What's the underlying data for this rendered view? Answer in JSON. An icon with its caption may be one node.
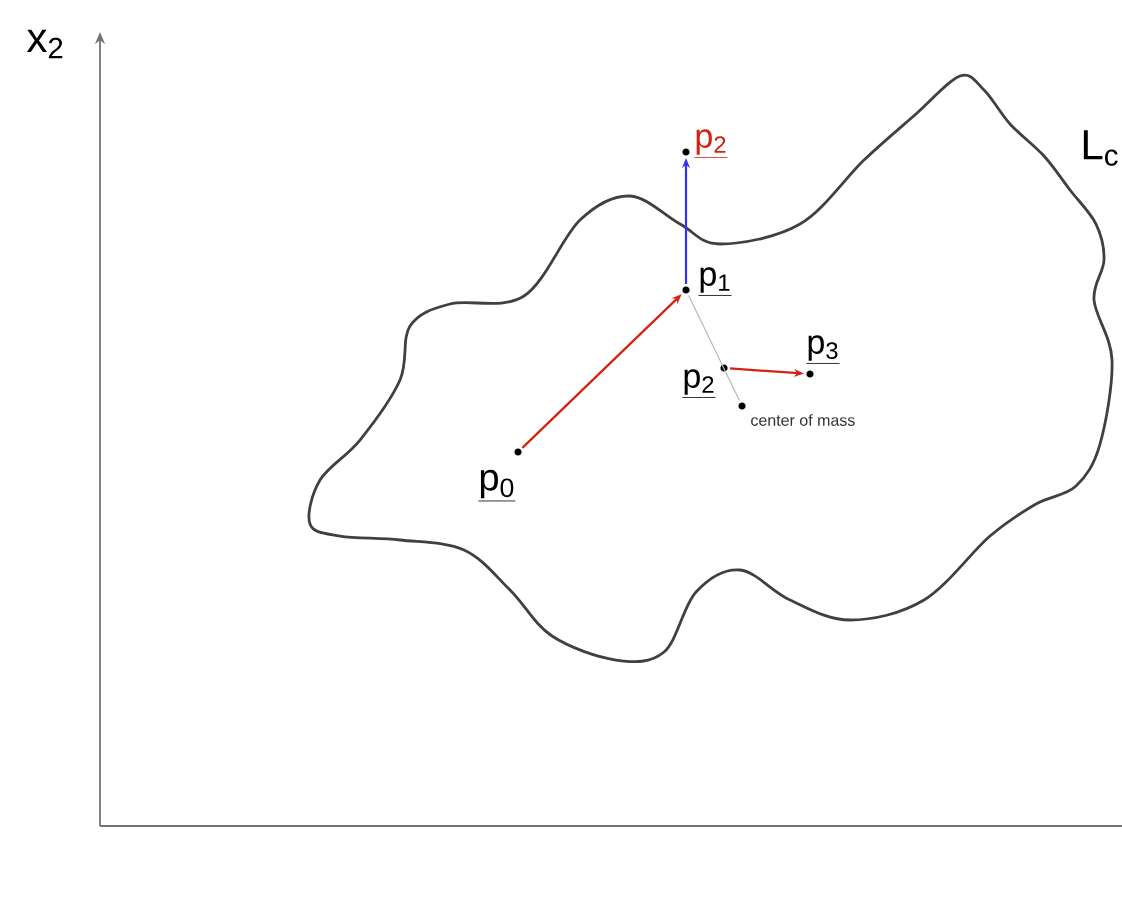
{
  "diagram": {
    "nodes": [
      {
        "text": [],
        "shape": "circle",
        "beside": [
          "p$_{0}$"
        ]
      },
      {
        "text": [],
        "shape": "circle",
        "beside": [
          "p$_{1}$"
        ]
      },
      {
        "text": [],
        "shape": "circle",
        "beside": [
          "p$_{2}$"
        ]
      },
      {
        "text": [],
        "shape": "circle",
        "beside": [
          "p$_{2}$"
        ]
      },
      {
        "text": [],
        "shape": "circle",
        "beside": [
          "p$_{3}$"
        ]
      },
      {
        "text": [],
        "shape": "circle",
        "beside": [
          "center of mass"
        ]
      }
    ],
    "edges": [
      {
        "from": 0,
        "to": 1,
        "arrow": "to",
        "color": "#d62010"
      },
      {
        "from": 1,
        "to": 2,
        "arrow": "to",
        "color": "#3030ff"
      },
      {
        "from": 1,
        "to": 5,
        "arrow": "none",
        "color": "#b8b8b8"
      },
      {
        "from": 3,
        "to": 4,
        "arrow": "to",
        "color": "#d62010"
      }
    ],
    "labels": [
      "x$_{2}$",
      "L$_{c}$"
    ]
  }
}
